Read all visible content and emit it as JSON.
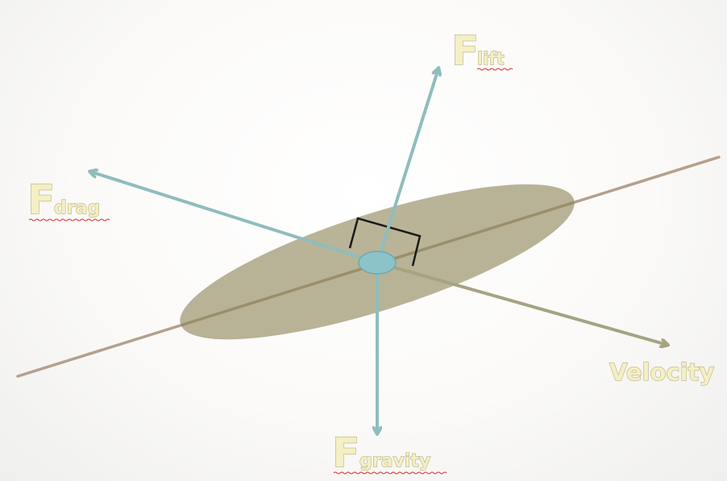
{
  "diagram": {
    "labels": {
      "lift": {
        "main": "F",
        "sub": "lift"
      },
      "drag": {
        "main": "F",
        "sub": "drag"
      },
      "gravity": {
        "main": "F",
        "sub": "gravity"
      },
      "velocity": "Velocity"
    },
    "colors": {
      "force_arrow": "#8fbdbd",
      "velocity_arrow": "#a5a382",
      "axis_line": "#b4a08f",
      "wing_fill": "#8a8254",
      "center_node": "#8cc3c8",
      "right_angle_marker": "#1a1a1a",
      "label_fill": "#f4efc4"
    }
  }
}
